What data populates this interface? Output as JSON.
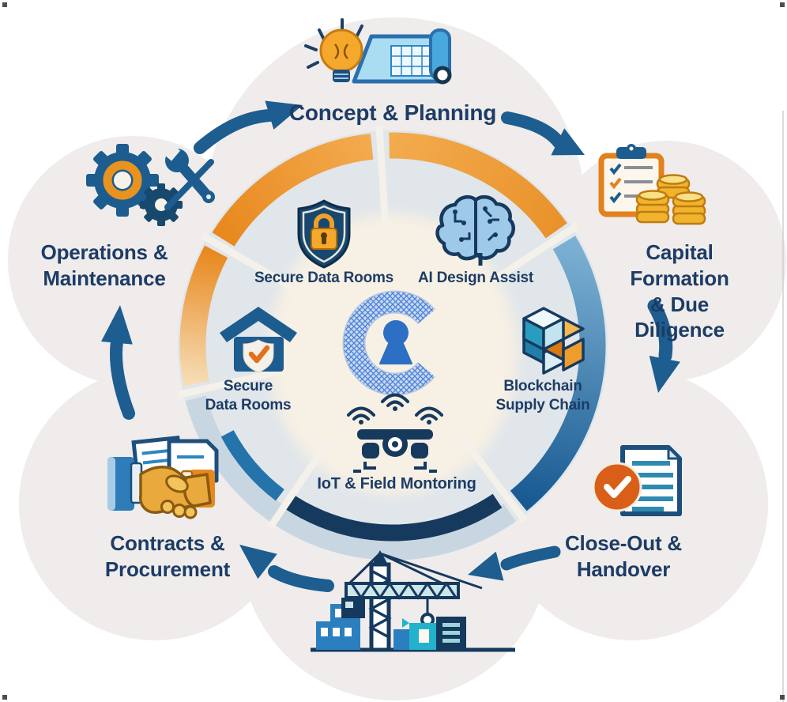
{
  "palette": {
    "text_navy": "#1d3c66",
    "arrow_blue": "#1d5d8f",
    "ring_orange": "#e8921f",
    "ring_blue": "#2472ae",
    "ring_dark_navy": "#16395e",
    "ring_gray": "#c8d6e1",
    "logo_blue": "#3f76d0",
    "accent_orange": "#e2711d",
    "coin_gold": "#f0b42c",
    "cloud_gray": "#efeceb",
    "inner_fill": "#e0e6ea",
    "center_cream": "#f7f0e4"
  },
  "center": {
    "logo": "C-keyhole-logo"
  },
  "phases": [
    {
      "label": "Concept & Planning",
      "icon": "lightbulb-blueprint-icon",
      "position": "top"
    },
    {
      "label": "Capital Formation\n& Due Diligence",
      "icon": "clipboard-coins-icon",
      "position": "right"
    },
    {
      "label": "Close-Out &\nHandover",
      "icon": "document-check-icon",
      "position": "bottom-right"
    },
    {
      "label": "Contracts &\nProcurement",
      "icon": "handshake-documents-icon",
      "position": "bottom-left"
    },
    {
      "label": "Operations &\nMaintenance",
      "icon": "gears-wrench-icon",
      "position": "left"
    },
    {
      "label": "",
      "icon": "construction-crane-icon",
      "position": "bottom"
    }
  ],
  "inner_features": [
    {
      "label": "Secure Data Rooms",
      "icon": "shield-lock-icon",
      "position": "inner-top-left"
    },
    {
      "label": "AI Design Assist",
      "icon": "brain-circuit-icon",
      "position": "inner-top-right"
    },
    {
      "label": "Blockchain\nSupply Chain",
      "icon": "blockchain-cubes-icon",
      "position": "inner-right"
    },
    {
      "label": "IoT & Field Montoring",
      "icon": "drone-wifi-icon",
      "position": "inner-bottom"
    },
    {
      "label": "Secure\nData Rooms",
      "icon": "house-shield-icon",
      "position": "inner-left"
    }
  ]
}
